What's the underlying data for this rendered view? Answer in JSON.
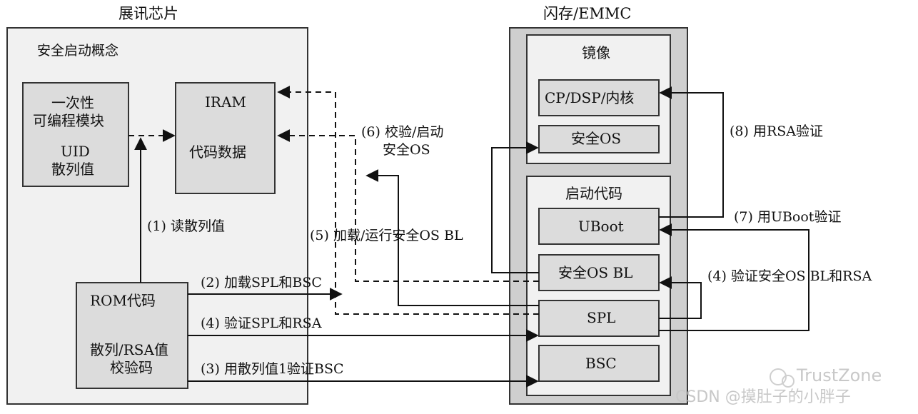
{
  "chip": {
    "title": "展讯芯片",
    "concept": "安全启动概念",
    "otp_line1": "一次性",
    "otp_line2": "可编程模块",
    "otp_line3": "UID",
    "otp_line4": "散列值",
    "iram_line1": "IRAM",
    "iram_line2": "代码数据",
    "rom_line1": "ROM代码",
    "rom_line2": "散列/RSA值",
    "rom_line3": "校验码"
  },
  "flash": {
    "title": "闪存/EMMC",
    "image_title": "镜像",
    "cp_dsp": "CP/DSP/内核",
    "secure_os": "安全OS",
    "boot_title": "启动代码",
    "uboot": "UBoot",
    "secure_os_bl": "安全OS BL",
    "spl": "SPL",
    "bsc": "BSC"
  },
  "steps": {
    "s1": "(1) 读散列值",
    "s2": "(2) 加载SPL和BSC",
    "s3": "(3) 用散列值1验证BSC",
    "s4a": "(4) 验证SPL和RSA",
    "s4b": "(4)  验证安全OS BL和RSA",
    "s5": "(5) 加载/运行安全OS BL",
    "s6_line1": "(6) 校验/启动",
    "s6_line2": "安全OS",
    "s7": "(7) 用UBoot验证",
    "s8": "(8) 用RSA验证"
  },
  "watermark": {
    "brand": "TrustZone",
    "credit": "CSDN @摸肚子的小胖子"
  }
}
